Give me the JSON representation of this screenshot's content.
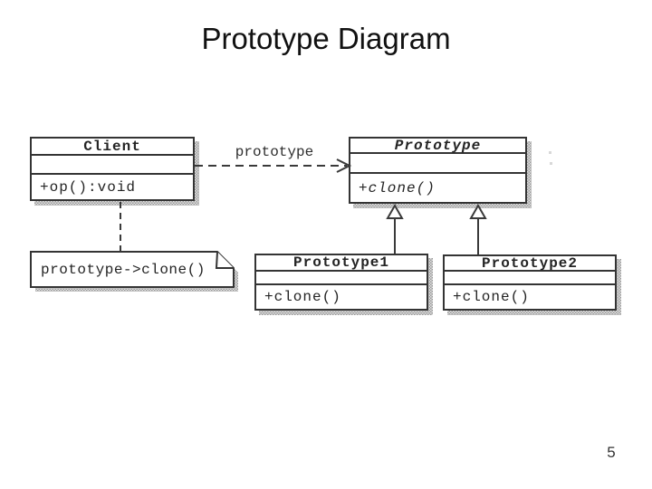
{
  "slide": {
    "title": "Prototype Diagram",
    "page_number": "5"
  },
  "diagram": {
    "client": {
      "name": "Client",
      "methods_label": "+op():void"
    },
    "prototype": {
      "name": "Prototype",
      "methods_label": "+clone()"
    },
    "prototype1": {
      "name": "Prototype1",
      "methods_label": "+clone()"
    },
    "prototype2": {
      "name": "Prototype2",
      "methods_label": "+clone()"
    },
    "association_label": "prototype",
    "note_text": "prototype->clone()"
  },
  "colors": {
    "line": "#343434",
    "text": "#242424",
    "shadow": "#9a9a9a",
    "background": "#ffffff"
  }
}
